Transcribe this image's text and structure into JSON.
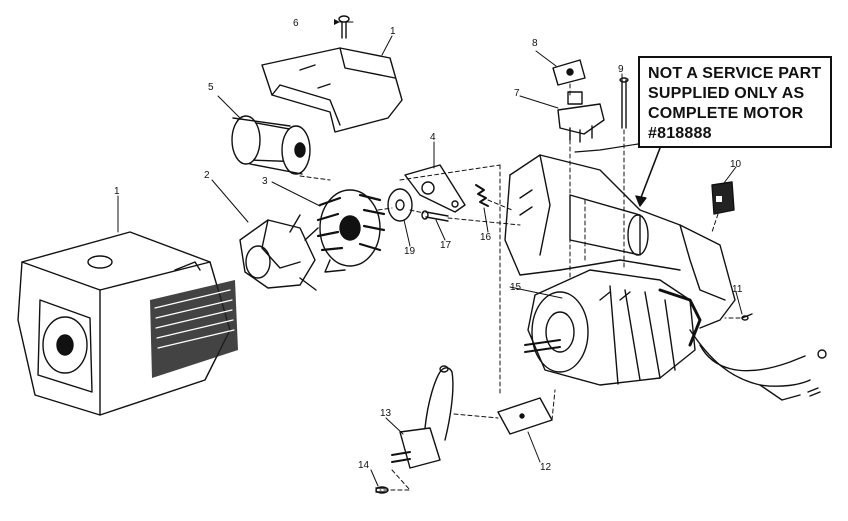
{
  "callout": {
    "lines": [
      "NOT A SERVICE PART",
      "SUPPLIED ONLY AS",
      "COMPLETE MOTOR",
      "#818888"
    ]
  },
  "labels": [
    {
      "id": "1",
      "text": "1"
    },
    {
      "id": "1b",
      "text": "1"
    },
    {
      "id": "2",
      "text": "2"
    },
    {
      "id": "3",
      "text": "3"
    },
    {
      "id": "4",
      "text": "4"
    },
    {
      "id": "5",
      "text": "5"
    },
    {
      "id": "6",
      "text": "6"
    },
    {
      "id": "7",
      "text": "7"
    },
    {
      "id": "8",
      "text": "8"
    },
    {
      "id": "9",
      "text": "9"
    },
    {
      "id": "10",
      "text": "10"
    },
    {
      "id": "11",
      "text": "11"
    },
    {
      "id": "12",
      "text": "12"
    },
    {
      "id": "13",
      "text": "13"
    },
    {
      "id": "14",
      "text": "14"
    },
    {
      "id": "15",
      "text": "15"
    },
    {
      "id": "16",
      "text": "16"
    },
    {
      "id": "17",
      "text": "17"
    },
    {
      "id": "19",
      "text": "19"
    }
  ]
}
